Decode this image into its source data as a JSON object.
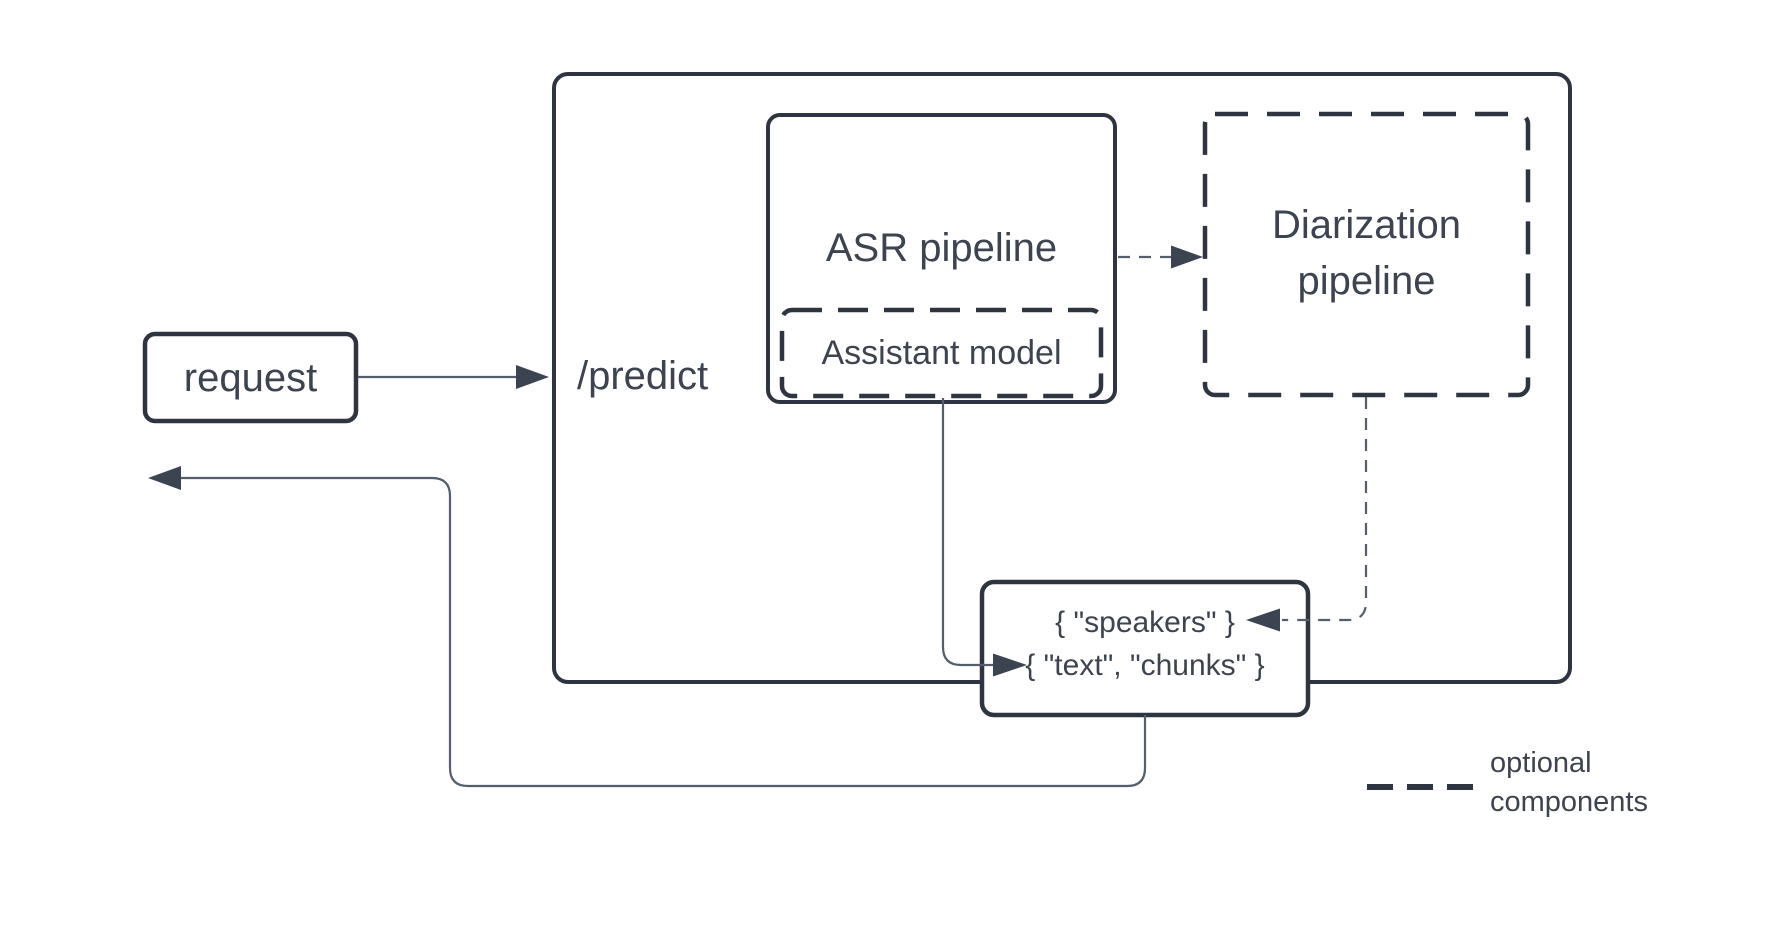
{
  "title": "ASR prediction service flow diagram",
  "labels": {
    "request": "request",
    "endpoint": "/predict",
    "asr_pipeline": "ASR pipeline",
    "assistant_model": "Assistant model",
    "diarization_line1": "Diarization",
    "diarization_line2": "pipeline",
    "output_speakers": "{ \"speakers\" }",
    "output_text_chunks": "{ \"text\", \"chunks\" }",
    "legend_line1": "optional",
    "legend_line2": "components"
  },
  "colors": {
    "background": "#ffffff",
    "box_stroke": "#2e3540",
    "connector_stroke": "#545e6c",
    "arrowhead_fill": "#3c4452",
    "text": "#3d4450"
  }
}
